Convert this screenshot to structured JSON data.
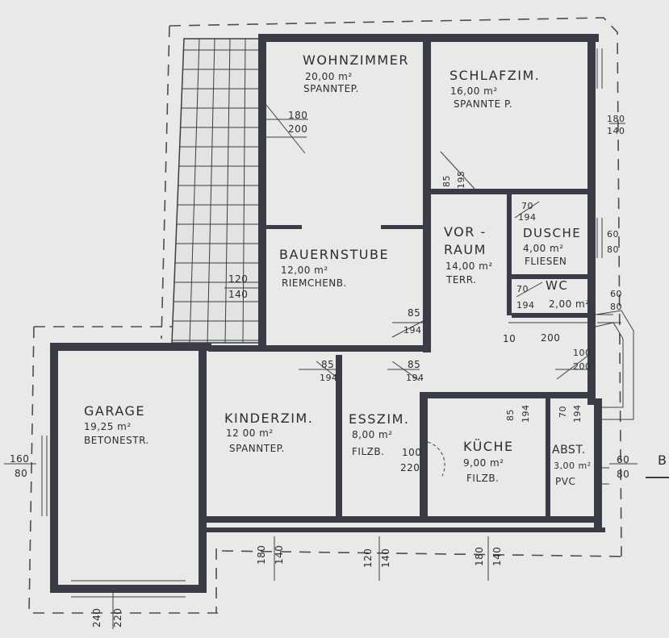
{
  "rooms": {
    "wohnzimmer": {
      "name": "WOHNZIMMER",
      "area": "20,00 m²",
      "floor": "SPANNTEP."
    },
    "schlafzim": {
      "name": "SCHLAFZIM.",
      "area": "16,00 m²",
      "floor": "SPANNTE P."
    },
    "bauernstube": {
      "name": "BAUERNSTUBE",
      "area": "12,00 m²",
      "floor": "RIEMCHENB."
    },
    "vorraum": {
      "name1": "VOR -",
      "name2": "RAUM",
      "area": "14,00 m²",
      "floor": "TERR."
    },
    "dusche": {
      "name": "DUSCHE",
      "area": "4,00 m²",
      "floor": "FLIESEN"
    },
    "wc": {
      "name": "WC",
      "area": "2,00 m²"
    },
    "garage": {
      "name": "GARAGE",
      "area": "19,25 m²",
      "floor": "BETONESTR."
    },
    "kinderzim": {
      "name": "KINDERZIM.",
      "area": "12 00 m²",
      "floor": "SPANNTEP."
    },
    "esszim": {
      "name": "ESSZIM.",
      "area": "8,00 m²",
      "floor": "FILZB."
    },
    "kueche": {
      "name": "KÜCHE",
      "area": "9,00 m²",
      "floor": "FILZB."
    },
    "abst": {
      "name": "ABST.",
      "area": "3,00 m²",
      "floor": "PVC"
    }
  },
  "dims": {
    "wohn_w": "180",
    "wohn_h": "200",
    "schlaf_v1": "85",
    "schlaf_v2": "195",
    "right_top_1": "180",
    "right_top_2": "140",
    "dusche_w": "70",
    "dusche_h": "194",
    "dusche_r1": "60",
    "dusche_r2": "80",
    "wc_w": "70",
    "wc_h": "194",
    "wc_r1": "60",
    "wc_r2": "80",
    "bauern_l1": "120",
    "bauern_l2": "140",
    "bauern_d1": "85",
    "bauern_d2": "194",
    "vor_10": "10",
    "vor_200": "200",
    "stair_1": "100",
    "stair_2": "200",
    "kinder_d1": "85",
    "kinder_d2": "194",
    "ess_d1": "85",
    "ess_d2": "194",
    "ess_100": "100",
    "ess_220": "220",
    "kue_v1": "85",
    "kue_v2": "194",
    "abst_v1": "70",
    "abst_v2": "194",
    "abst_r1": "60",
    "abst_r2": "80",
    "left_1": "160",
    "left_2": "80",
    "bot_k1": "180",
    "bot_k2": "140",
    "bot_e1": "120",
    "bot_e2": "140",
    "bot_q1": "180",
    "bot_q2": "140",
    "bot_g1": "240",
    "bot_g2": "220",
    "edge_b": "B"
  }
}
